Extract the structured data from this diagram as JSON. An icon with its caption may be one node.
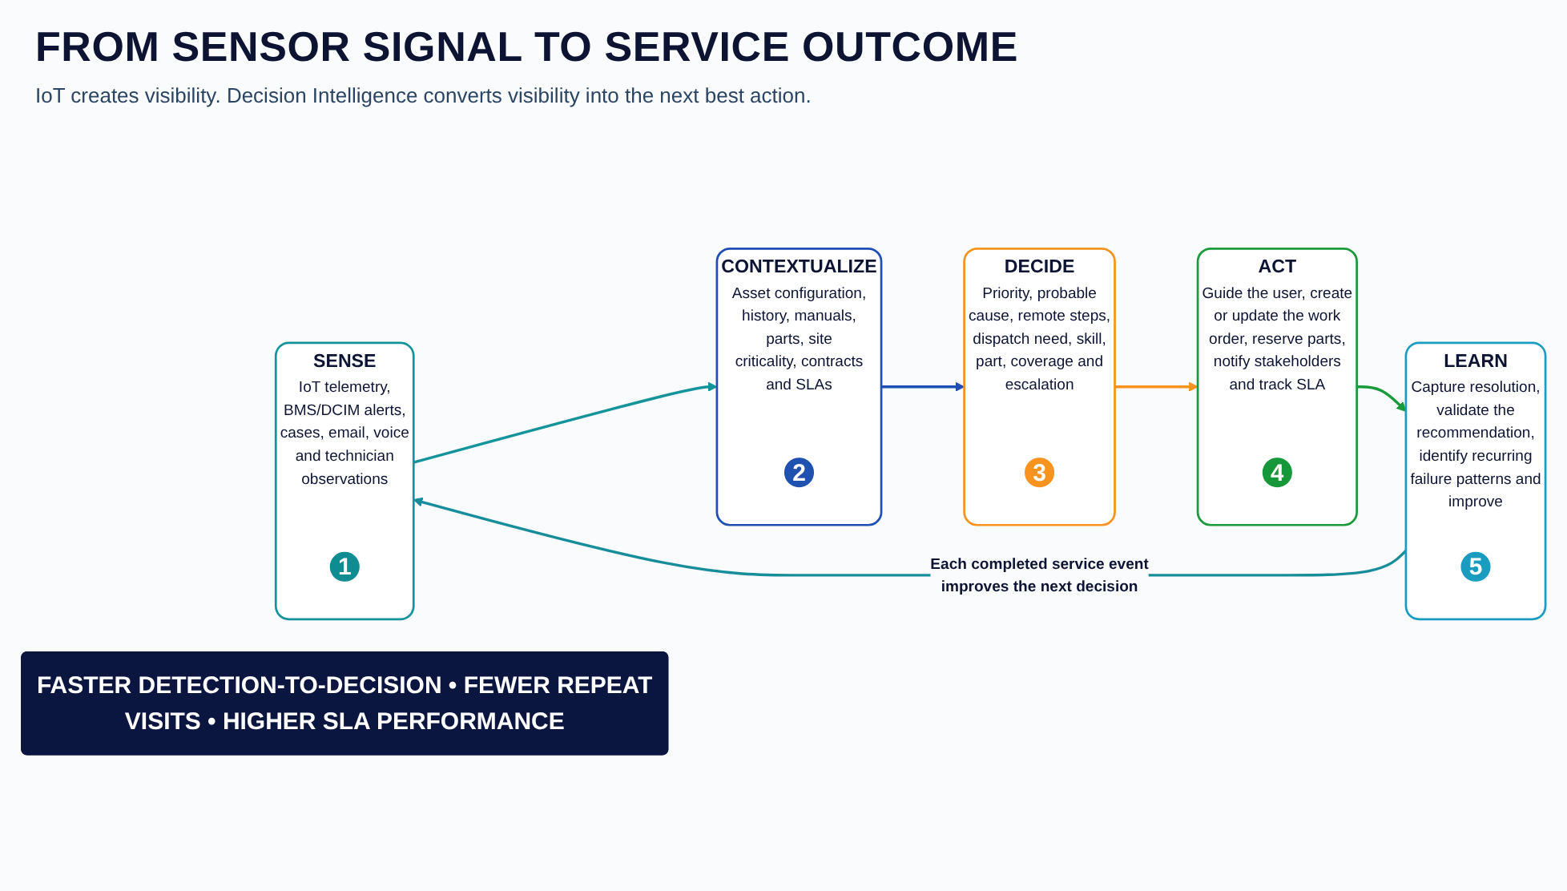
{
  "diagram": {
    "title": "FROM SENSOR SIGNAL TO SERVICE OUTCOME",
    "nodes": [
      {
        "text": [
          "SENSE",
          "IoT telemetry, BMS/DCIM alerts, cases, email, voice and technician observations"
        ]
      },
      {
        "text": [
          "1"
        ],
        "in": 0
      },
      {
        "text": [
          "CONTEXTUALIZE",
          "Asset configuration, history, manuals, parts, site criticality, contracts and SLAs"
        ]
      },
      {
        "text": [
          "2"
        ],
        "in": 2
      },
      {
        "text": [
          "DECIDE",
          "Priority, probable cause, remote steps, dispatch need, skill, part, coverage and escalation"
        ]
      },
      {
        "text": [
          "3"
        ],
        "in": 4
      },
      {
        "text": [
          "ACT",
          "Guide the user, create or update the work order, reserve parts, notify stakeholders and track SLA"
        ]
      },
      {
        "text": [
          "4"
        ],
        "in": 6
      },
      {
        "text": [
          "LEARN",
          "Capture resolution, validate the recommendation, identify recurring failure patterns and improve"
        ]
      },
      {
        "text": [
          "5"
        ],
        "in": 8
      },
      {
        "text": [
          "FASTER DETECTION-TO-DECISION • FEWER REPEAT VISITS • HIGHER SLA PERFORMANCE"
        ]
      }
    ],
    "edges": [
      {
        "from": 0,
        "to": 2,
        "arrow": "to",
        "color": "#14939b"
      },
      {
        "from": 2,
        "to": 4,
        "arrow": "to",
        "color": "#1f4fb4"
      },
      {
        "from": 4,
        "to": 6,
        "arrow": "to",
        "color": "#f7931e"
      },
      {
        "from": 6,
        "to": 8,
        "arrow": "to",
        "color": "#1a9a3a"
      },
      {
        "from": 8,
        "to": 0,
        "arrow": "to",
        "label": "Each completed service event improves the next decision",
        "color": "#178d9c"
      }
    ],
    "labels": [
      "IoT creates visibility. Decision Intelligence converts visibility into the next best action."
    ]
  }
}
